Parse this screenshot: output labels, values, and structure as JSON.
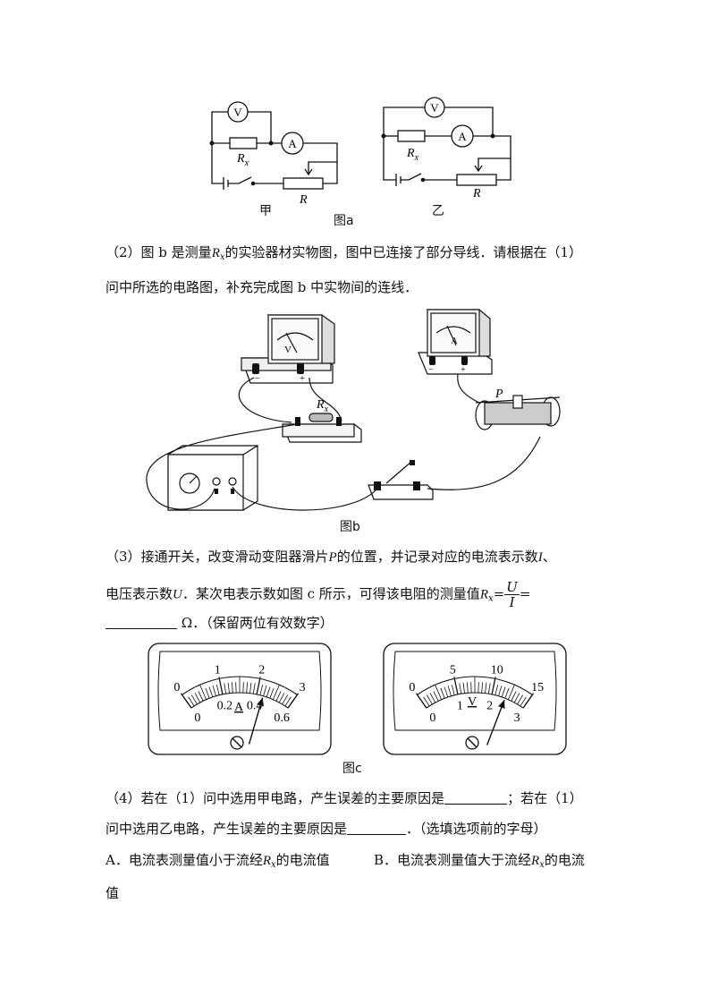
{
  "figure_a": {
    "left_label": "甲",
    "right_label": "乙",
    "caption": "图a",
    "voltmeter": "V",
    "ammeter": "A",
    "rx_label": "R",
    "rx_sub": "x",
    "r_label": "R"
  },
  "q2": {
    "line1_pre": "（2）图 b 是测量",
    "var": "R",
    "var_sub": "x",
    "line1_post": "的实验器材实物图，图中已连接了部分导线．请根据在（1）",
    "line2": "问中所选的电路图，补充完成图 b 中实物间的连线．"
  },
  "figure_b": {
    "caption": "图b",
    "voltmeter": "V",
    "ammeter": "A",
    "minus": "−",
    "plus": "+",
    "p_label": "P",
    "rx_label": "R",
    "rx_sub": "x"
  },
  "q3": {
    "line1_a": "（3）接通开关，改变滑动变阻器滑片",
    "P": "P",
    "line1_b": "的位置，并记录对应的电流表示数",
    "I": "I",
    "line1_c": "、",
    "line2_a": "电压表示数",
    "U": "U",
    "line2_b": "．某次电表示数如图 c 所示，可得该电阻的测量值",
    "rx": "R",
    "rx_sub": "x",
    "eq": "=",
    "frac_num": "U",
    "frac_den": "I",
    "eq2": "=",
    "line3": "Ω．（保留两位有效数字）"
  },
  "figure_c": {
    "caption": "图c",
    "ammeter": {
      "symbol": "A",
      "outer_labels": [
        "0",
        "1",
        "2",
        "3"
      ],
      "inner_labels": [
        "0",
        "0.2",
        "0.4",
        "0.6"
      ],
      "reading_fraction": 0.73
    },
    "voltmeter": {
      "symbol": "V",
      "outer_labels": [
        "0",
        "5",
        "10",
        "15"
      ],
      "inner_labels": [
        "0",
        "1",
        "2",
        "3"
      ],
      "reading_fraction": 0.8
    }
  },
  "q4": {
    "line1_a": "（4）若在（1）问中选用甲电路，产生误差的主要原因是",
    "line1_b": "；若在（1）",
    "line2_a": "问中选用乙电路，产生误差的主要原因是",
    "line2_b": "．（选填选项前的字母）",
    "optA_a": "A．电流表测量值小于流经",
    "optA_b": "的电流值",
    "optB_a": "B．电流表测量值大于流经",
    "optB_b": "的电流",
    "optB_c": "值",
    "var": "R",
    "var_sub": "x"
  }
}
